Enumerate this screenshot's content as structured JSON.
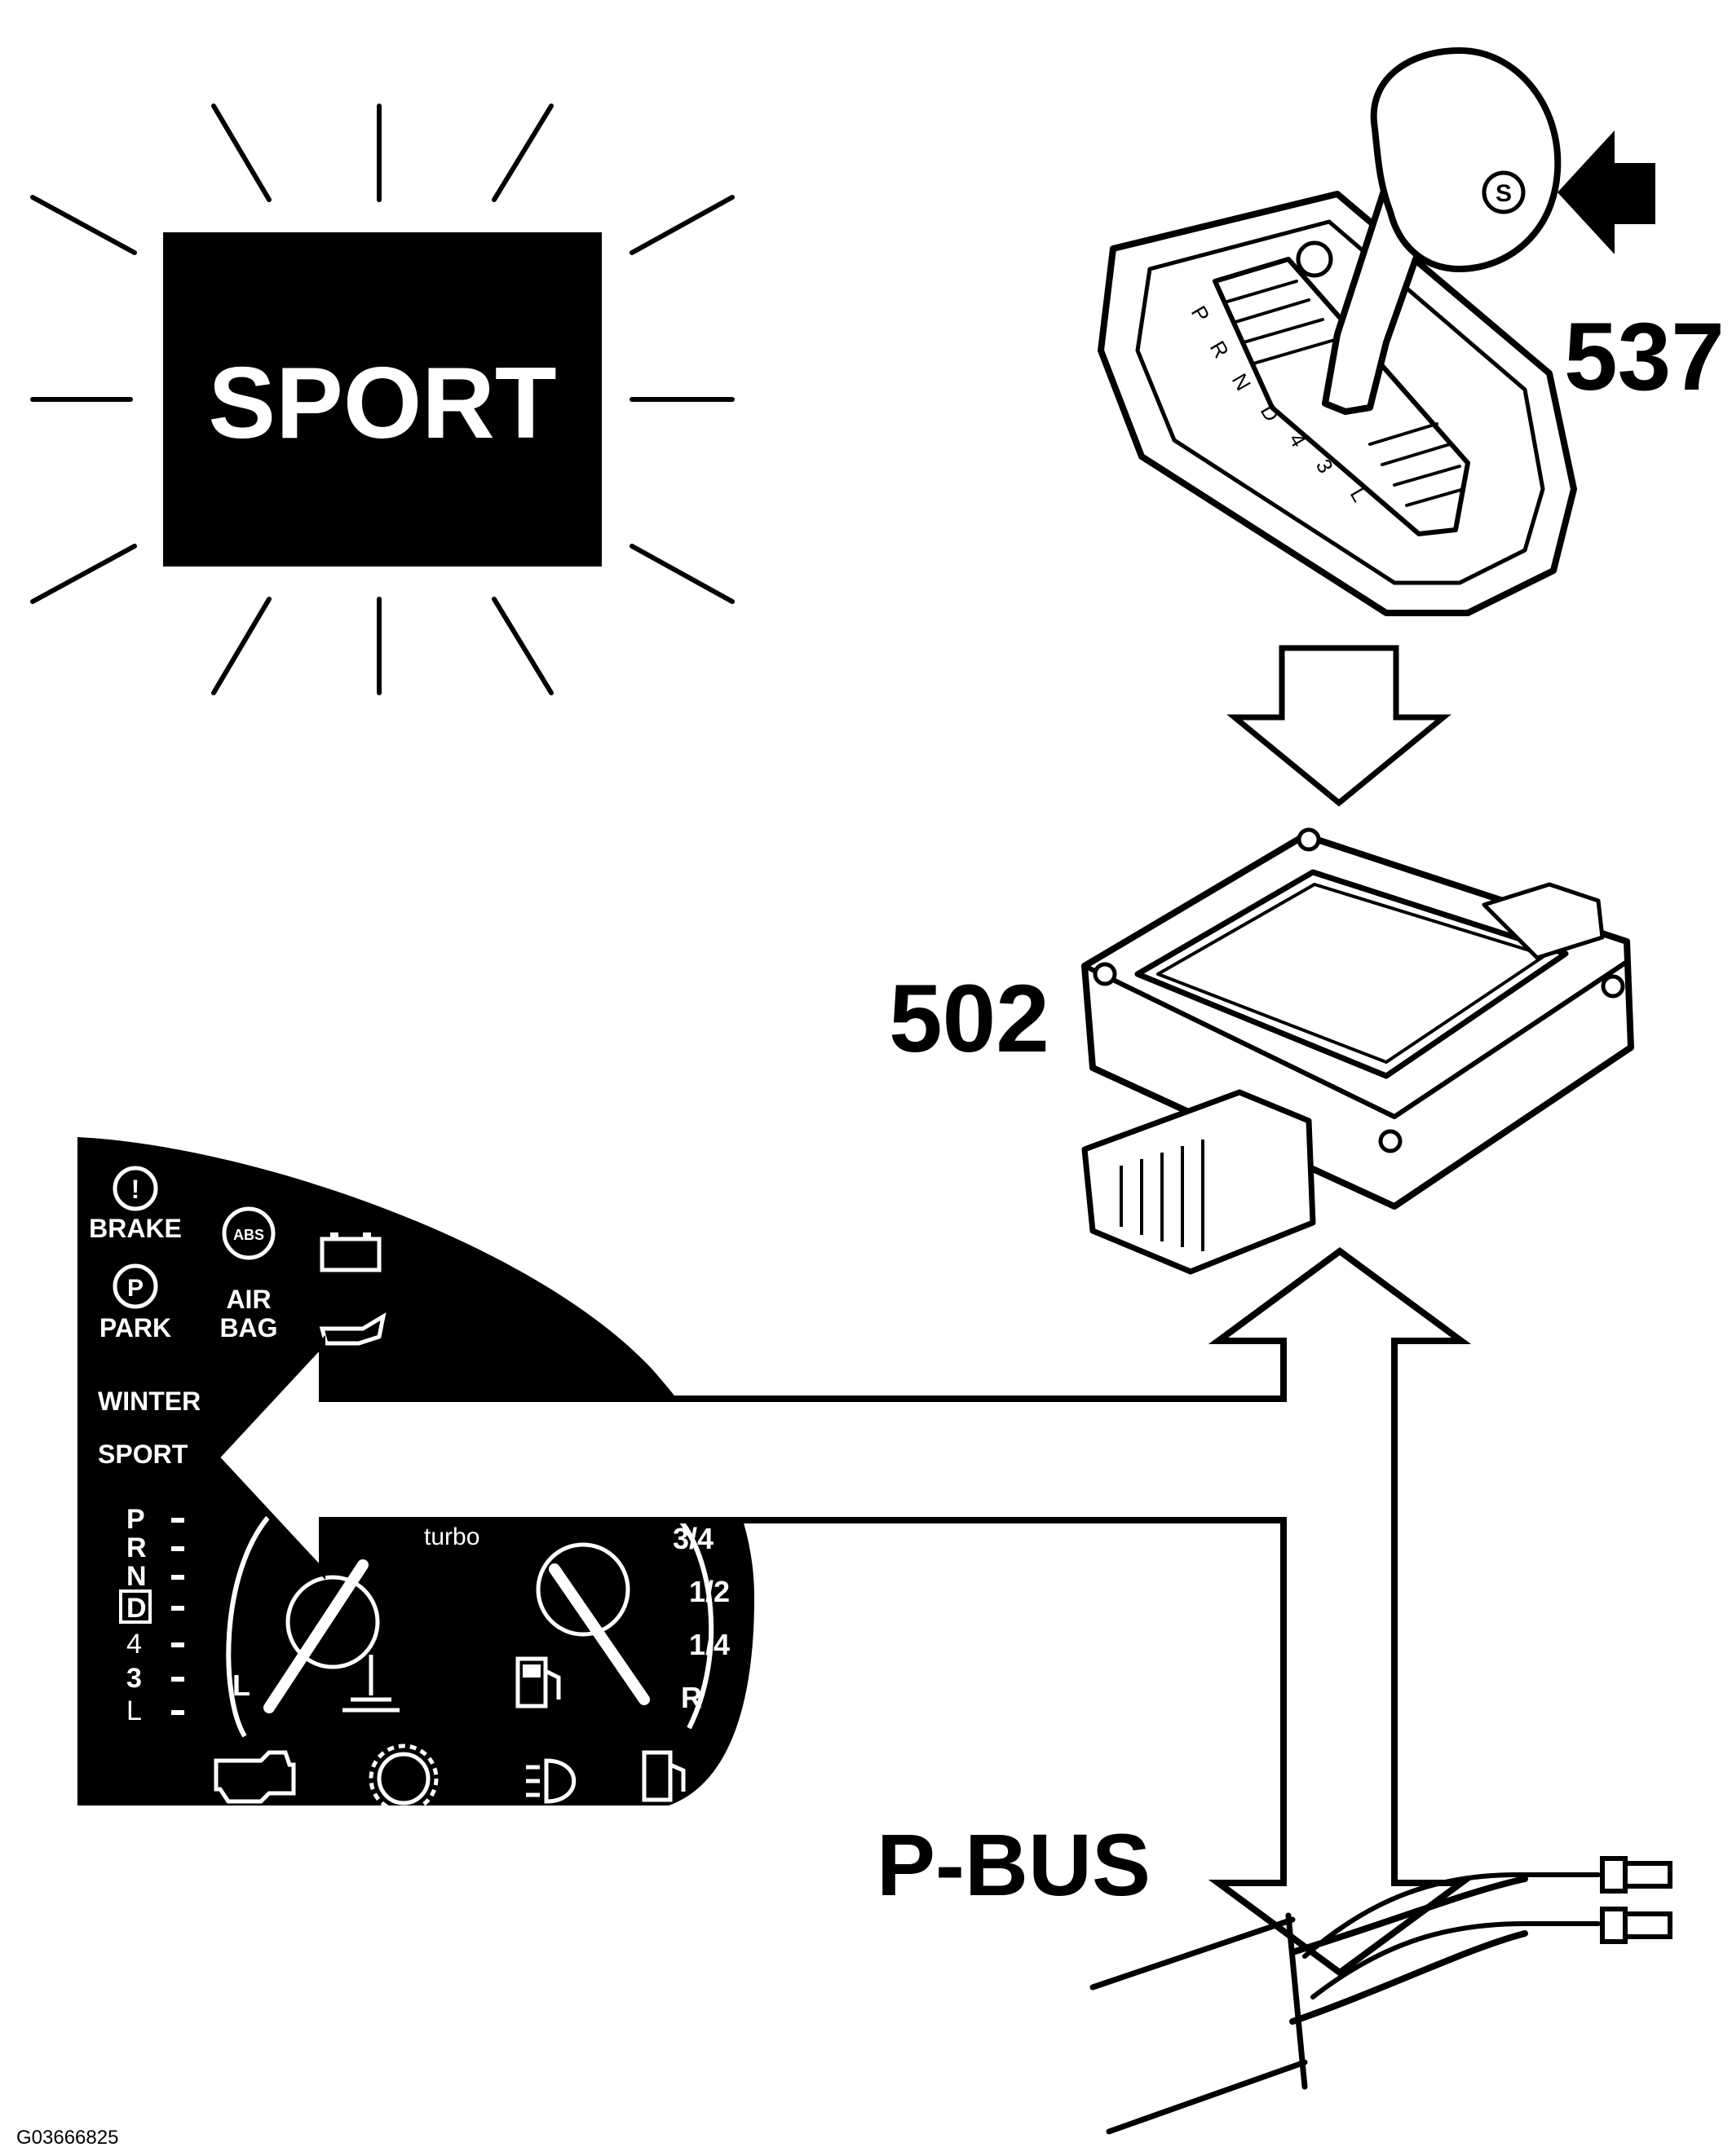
{
  "figure_id": "G03666825",
  "sport_indicator": {
    "label": "SPORT"
  },
  "callouts": {
    "shifter": "537",
    "control_module": "502",
    "bus": "P-BUS"
  },
  "shifter": {
    "button_label": "S",
    "gates": [
      "P",
      "R",
      "N",
      "D",
      "4",
      "3",
      "L"
    ]
  },
  "instrument_cluster": {
    "lamps": {
      "brake": "BRAKE",
      "park": "PARK",
      "abs": "ABS",
      "airbag": "AIR BAG",
      "winter": "WINTER",
      "sport": "SPORT"
    },
    "gear_positions": [
      "P",
      "R",
      "N",
      "D",
      "4",
      "3",
      "L"
    ],
    "selected_gear": "D",
    "gauge_labels": {
      "turbo": "turbo",
      "low": "L",
      "full": "R",
      "three_quarter": "3/4",
      "half": "1/2",
      "quarter": "1/4"
    }
  },
  "colors": {
    "ink": "#000000",
    "paper": "#ffffff"
  }
}
